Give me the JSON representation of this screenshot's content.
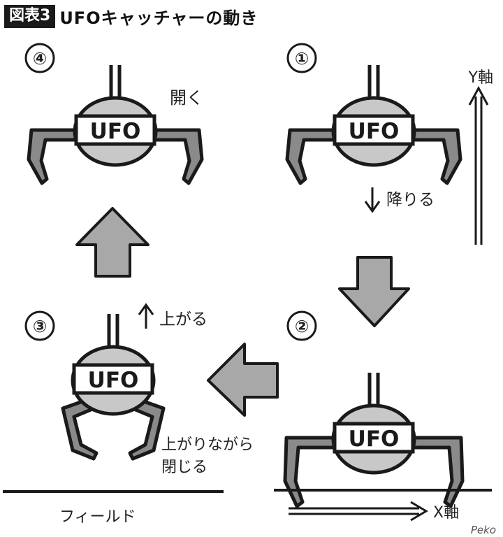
{
  "title": {
    "badge": "図表3",
    "text": "UFOキャッチャーの動き"
  },
  "steps": [
    {
      "number": "④",
      "ufo_label": "UFO",
      "action": "開く"
    },
    {
      "number": "①",
      "ufo_label": "UFO",
      "action": "降りる"
    },
    {
      "number": "③",
      "ufo_label": "UFO",
      "action": "上がる",
      "action2_line1": "上がりながら",
      "action2_line2": "閉じる"
    },
    {
      "number": "②",
      "ufo_label": "UFO"
    }
  ],
  "axes": {
    "y_label": "Y軸",
    "x_label": "X軸"
  },
  "field_label": "フィールド",
  "signature": "Peko"
}
